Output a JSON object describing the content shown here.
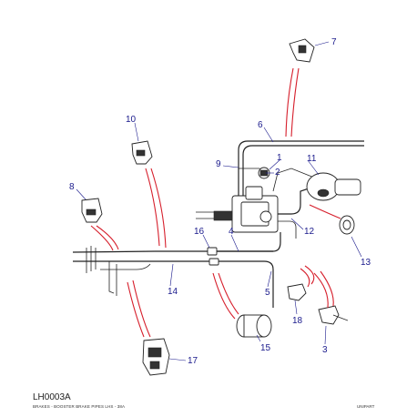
{
  "callouts": {
    "c1": "1",
    "c2": "2",
    "c3": "3",
    "c4": "4",
    "c5": "5",
    "c6": "6",
    "c7": "7",
    "c8": "8",
    "c9": "9",
    "c10": "10",
    "c11": "11",
    "c12": "12",
    "c13": "13",
    "c14": "14",
    "c15": "15",
    "c16": "16",
    "c17": "17",
    "c18": "18"
  },
  "footer": {
    "code": "LH0003A",
    "caption": "BRAKES - BOOSTER BRAKE PIPES LHS - 38A",
    "brand": "UNIPART"
  },
  "colors": {
    "callout_text": "#1a1a8c",
    "leader_red": "#d61e2b",
    "line_art": "#222222"
  }
}
